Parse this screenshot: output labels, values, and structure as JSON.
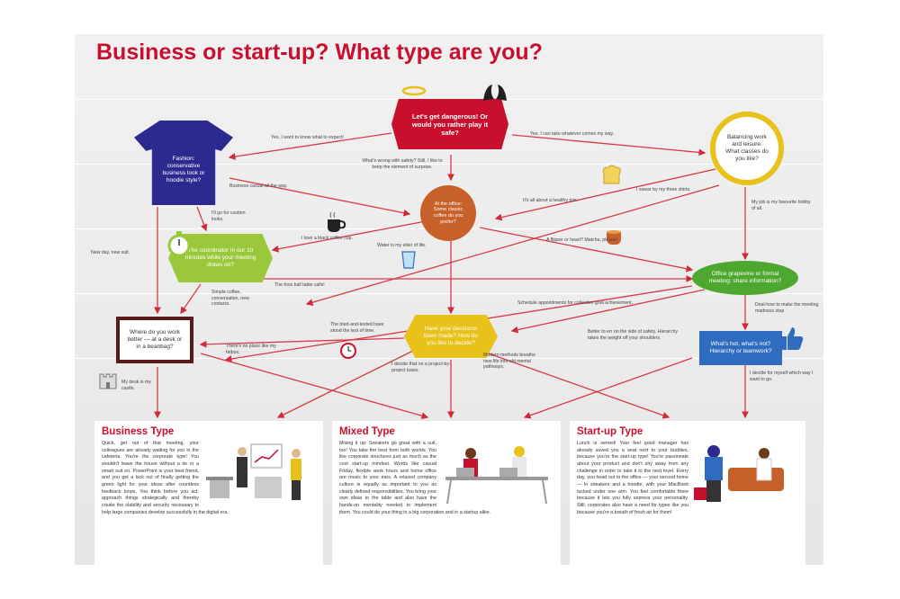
{
  "title": "Business or start-up? What type are you?",
  "nodes": {
    "start": "Let's get dangerous! Or would you rather play it safe?",
    "tshirt": "Fashion: conservative business look or hoodie style?",
    "circle_yellow": "Balancing work and leisure: What classes do you like?",
    "orange_circle": "At the office: Some classic coffee do you prefer?",
    "green_hex": "The coordinator in our 10 minutes while your meeting draws on?",
    "office_oval": "Office grapevine or formal meeting: share information?",
    "work_box": "Where do you work better — at a desk or in a beanbag?",
    "yellow_hex": "Have your decisions been made? How do you like to decide?",
    "blue_box": "What's hot, what's not? Hierarchy or teamwork?"
  },
  "labels": {
    "l1": "Yes, I want to know what to expect!",
    "l2": "Yes, I can take whatever comes my way.",
    "l3": "What's wrong with safety? Still, I like to keep the element of surprise.",
    "l4": "Business casual all the way.",
    "l5": "I'll go for custom looks.",
    "l6": "It's all about a healthy mix.",
    "l7": "I swear by my three shirts.",
    "l8": "My job is my favourite hobby of all.",
    "l9": "I love a black coffee cup.",
    "l10": "Water is my elixir of life.",
    "l11": "A flipper or heart? Matcha, please!",
    "l12": "New day, new suit.",
    "l13": "The foos ball table calls!",
    "l14": "Simple coffee, conversation, new contacts.",
    "l15": "Deal-how to make the meeting madness stop",
    "l16": "Schedule appointments for collective goal achievement.",
    "l17": "The tried-and-tested have stood the test of time.",
    "l18": "There's no place like my fatbox.",
    "l19": "Better to err on the side of safety. Hierarchy takes the weight off your shoulders.",
    "l20": "I decide that on a project-by-project basis.",
    "l21": "Modern methods breathe new life into old mental pathways.",
    "l22": "My desk is my castle.",
    "l23": "I decide for myself which way I want to go."
  },
  "panels": {
    "business": {
      "heading": "Business Type",
      "body": "Quick, get out of that meeting, your colleagues are already waiting for you in the cafeteria. You're the corporate type! You wouldn't leave the house without a tie or a smart suit on. PowerPoint is your best friend, and you get a kick out of finally getting the green light for your ideas after countless feedback loops. You think before you act, approach things strategically and thereby create the stability and security necessary to help large companies develop successfully in the digital era."
    },
    "mixed": {
      "heading": "Mixed Type",
      "body": "Mixing it up: Sneakers go great with a suit, too! You take the best from both worlds. You like corporate structures just as much as the cool start-up mindset. Words like casual Friday, flexible work hours and home office are music to your ears. A relaxed company culture is equally as important to you as clearly defined responsibilities. You bring your own ideas to the table and also have the hands-on mentality needed to implement them. You could do your thing in a big corporation and in a startup alike."
    },
    "startup": {
      "heading": "Start-up Type",
      "body": "Lunch is served! Your feel good manager has already saved you a seat next to your buddies, because you're the start-up type! You're passionate about your product and don't shy away from any challenge in order to take it to the next level. Every day, you head out to the office — your second home — in sneakers and a hoodie, with your MacBook tucked under one arm. You feel comfortable there because it lets you fully express your personality. Still, corporates also have a need for types like you because you're a breath of fresh air for them!"
    }
  },
  "colors": {
    "accent": "#c8102e",
    "navy": "#2d2a8f",
    "green": "#4ea72e",
    "lime": "#9bc83a",
    "gold": "#e8c11a",
    "blue": "#2f6cc0",
    "orange": "#c8602a"
  },
  "icons": [
    "halo-icon",
    "devil-horns-icon",
    "coffee-cup-icon",
    "stopwatch-icon",
    "thumbs-up-icon",
    "water-glass-icon",
    "alarm-clock-icon",
    "castle-icon",
    "chef-hat-icon",
    "matcha-cup-icon"
  ]
}
